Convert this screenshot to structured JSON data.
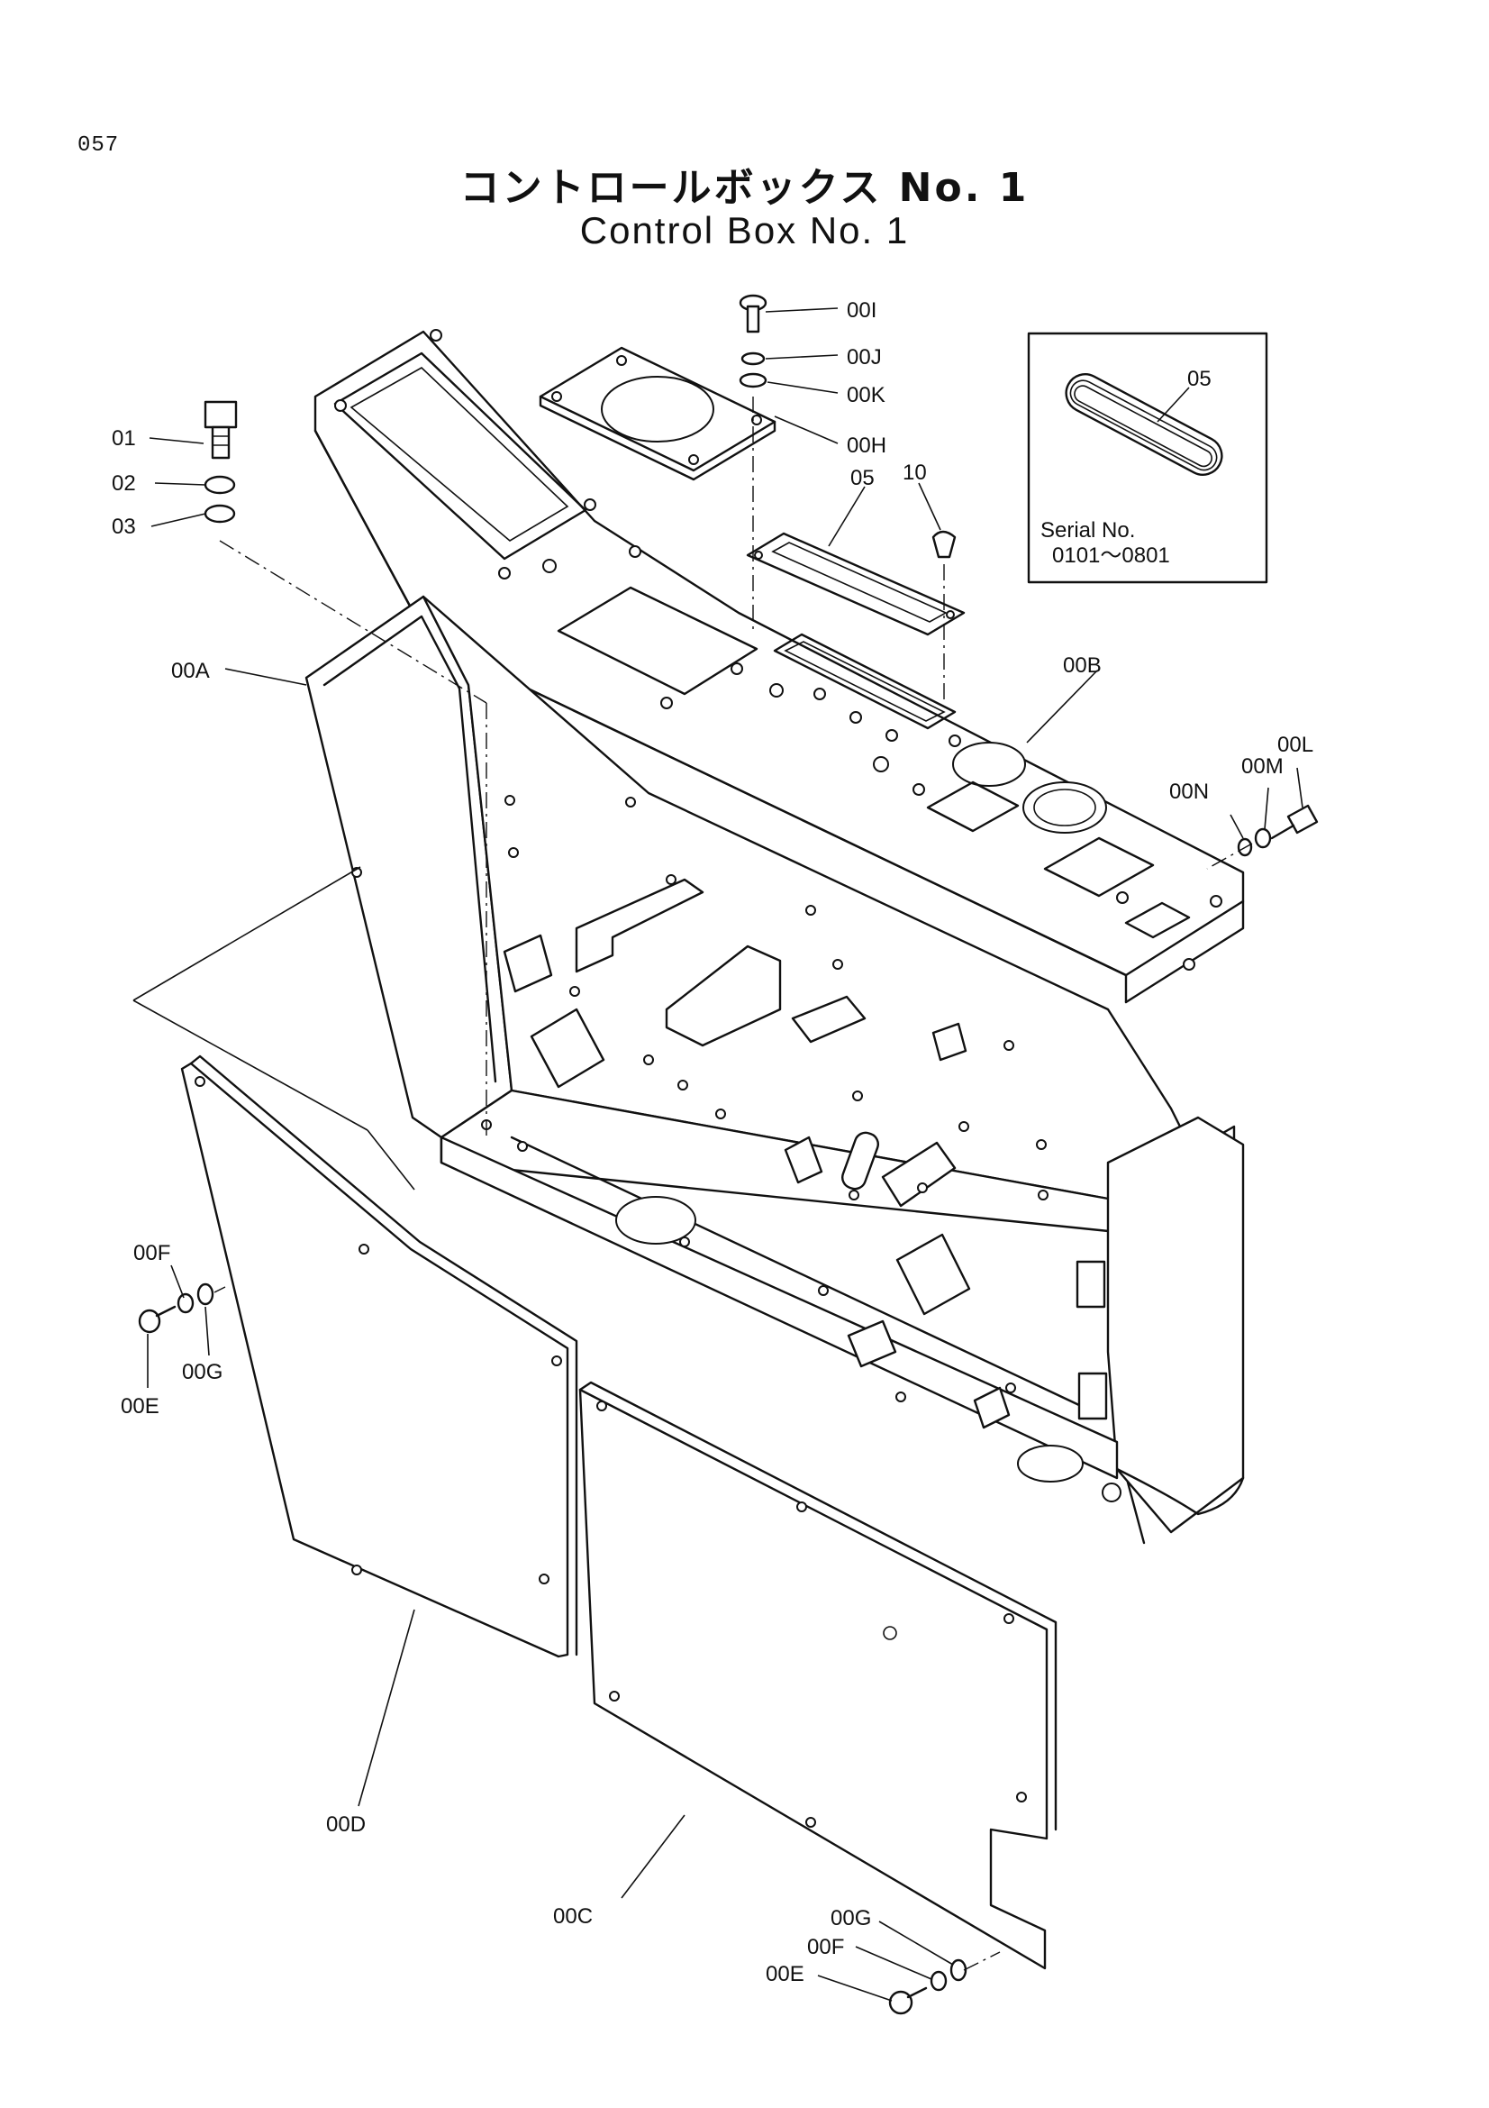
{
  "page_number": "057",
  "title_jp": "コントロールボックス  No. 1",
  "title_en": "Control Box No. 1",
  "inset": {
    "part_label": "05",
    "serial_label": "Serial No.",
    "serial_range": "0101～0801"
  },
  "labels": {
    "l_01": "01",
    "l_02": "02",
    "l_03": "03",
    "l_00A": "00A",
    "l_00B": "00B",
    "l_00C": "00C",
    "l_00D": "00D",
    "l_00E_left": "00E",
    "l_00F_left": "00F",
    "l_00G_left": "00G",
    "l_00E_right": "00E",
    "l_00F_right": "00F",
    "l_00G_right": "00G",
    "l_00H": "00H",
    "l_00I": "00I",
    "l_00J": "00J",
    "l_00K": "00K",
    "l_00L": "00L",
    "l_00M": "00M",
    "l_00N": "00N",
    "l_05": "05",
    "l_10": "10"
  }
}
